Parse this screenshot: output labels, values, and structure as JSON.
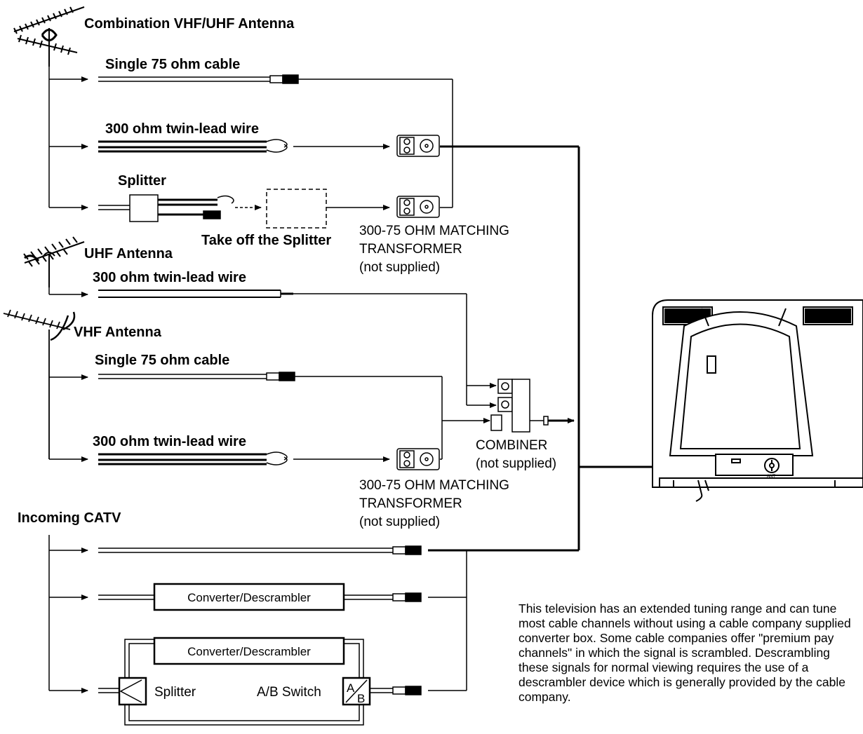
{
  "labels": {
    "combo_antenna": "Combination VHF/UHF Antenna",
    "single75_a": "Single 75 ohm cable",
    "twin300_a": "300 ohm twin-lead wire",
    "splitter": "Splitter",
    "take_off": "Take off the Splitter",
    "uhf_antenna": "UHF Antenna",
    "twin300_b": "300 ohm twin-lead wire",
    "vhf_antenna": "VHF Antenna",
    "single75_b": "Single 75 ohm cable",
    "twin300_c": "300 ohm twin-lead wire",
    "incoming_catv": "Incoming CATV"
  },
  "transformer_1": [
    "300-75 OHM MATCHING",
    "TRANSFORMER",
    "(not supplied)"
  ],
  "transformer_2": [
    "300-75 OHM MATCHING",
    "TRANSFORMER",
    "(not supplied)"
  ],
  "combiner": [
    "COMBINER",
    "(not supplied)"
  ],
  "boxes": {
    "converter_1": "Converter/Descrambler",
    "converter_2": "Converter/Descrambler",
    "splitter_2": "Splitter",
    "ab_switch": "A/B Switch",
    "ab_glyph_a": "A",
    "ab_glyph_b": "B"
  },
  "tv": {
    "jack_label": "ANT"
  },
  "note": "This television has an extended tuning range and can tune most cable channels without using a cable company supplied converter box. Some cable companies offer \"premium pay channels\" in which the signal is scrambled. Descrambling these signals for normal viewing requires the use of a descrambler device which is generally provided by the cable company."
}
